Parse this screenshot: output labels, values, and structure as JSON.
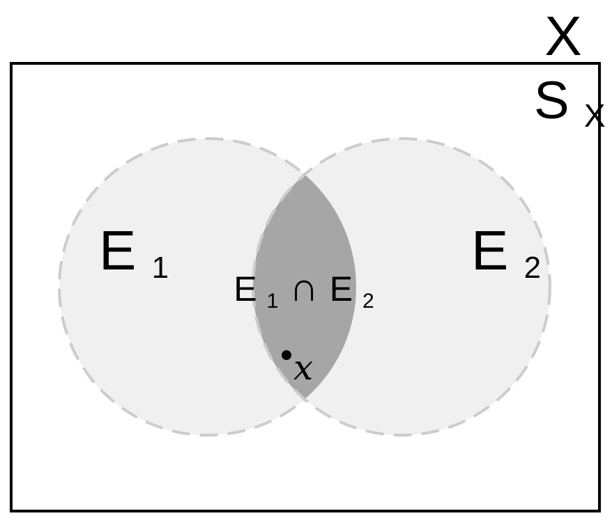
{
  "diagram": {
    "space_label": "X",
    "sample_space": {
      "main": "S",
      "subscript": "X"
    },
    "set1": {
      "main": "E",
      "subscript": "1"
    },
    "set2": {
      "main": "E",
      "subscript": "2"
    },
    "intersection": {
      "left": {
        "main": "E",
        "subscript": "1"
      },
      "operator": "∩",
      "right": {
        "main": "E",
        "subscript": "2"
      }
    },
    "point": {
      "label": "x"
    },
    "colors": {
      "circle_fill": "#f0f0f0",
      "circle_stroke": "#cccccc",
      "intersection_fill": "#a6a6a6",
      "border": "#000000"
    }
  }
}
